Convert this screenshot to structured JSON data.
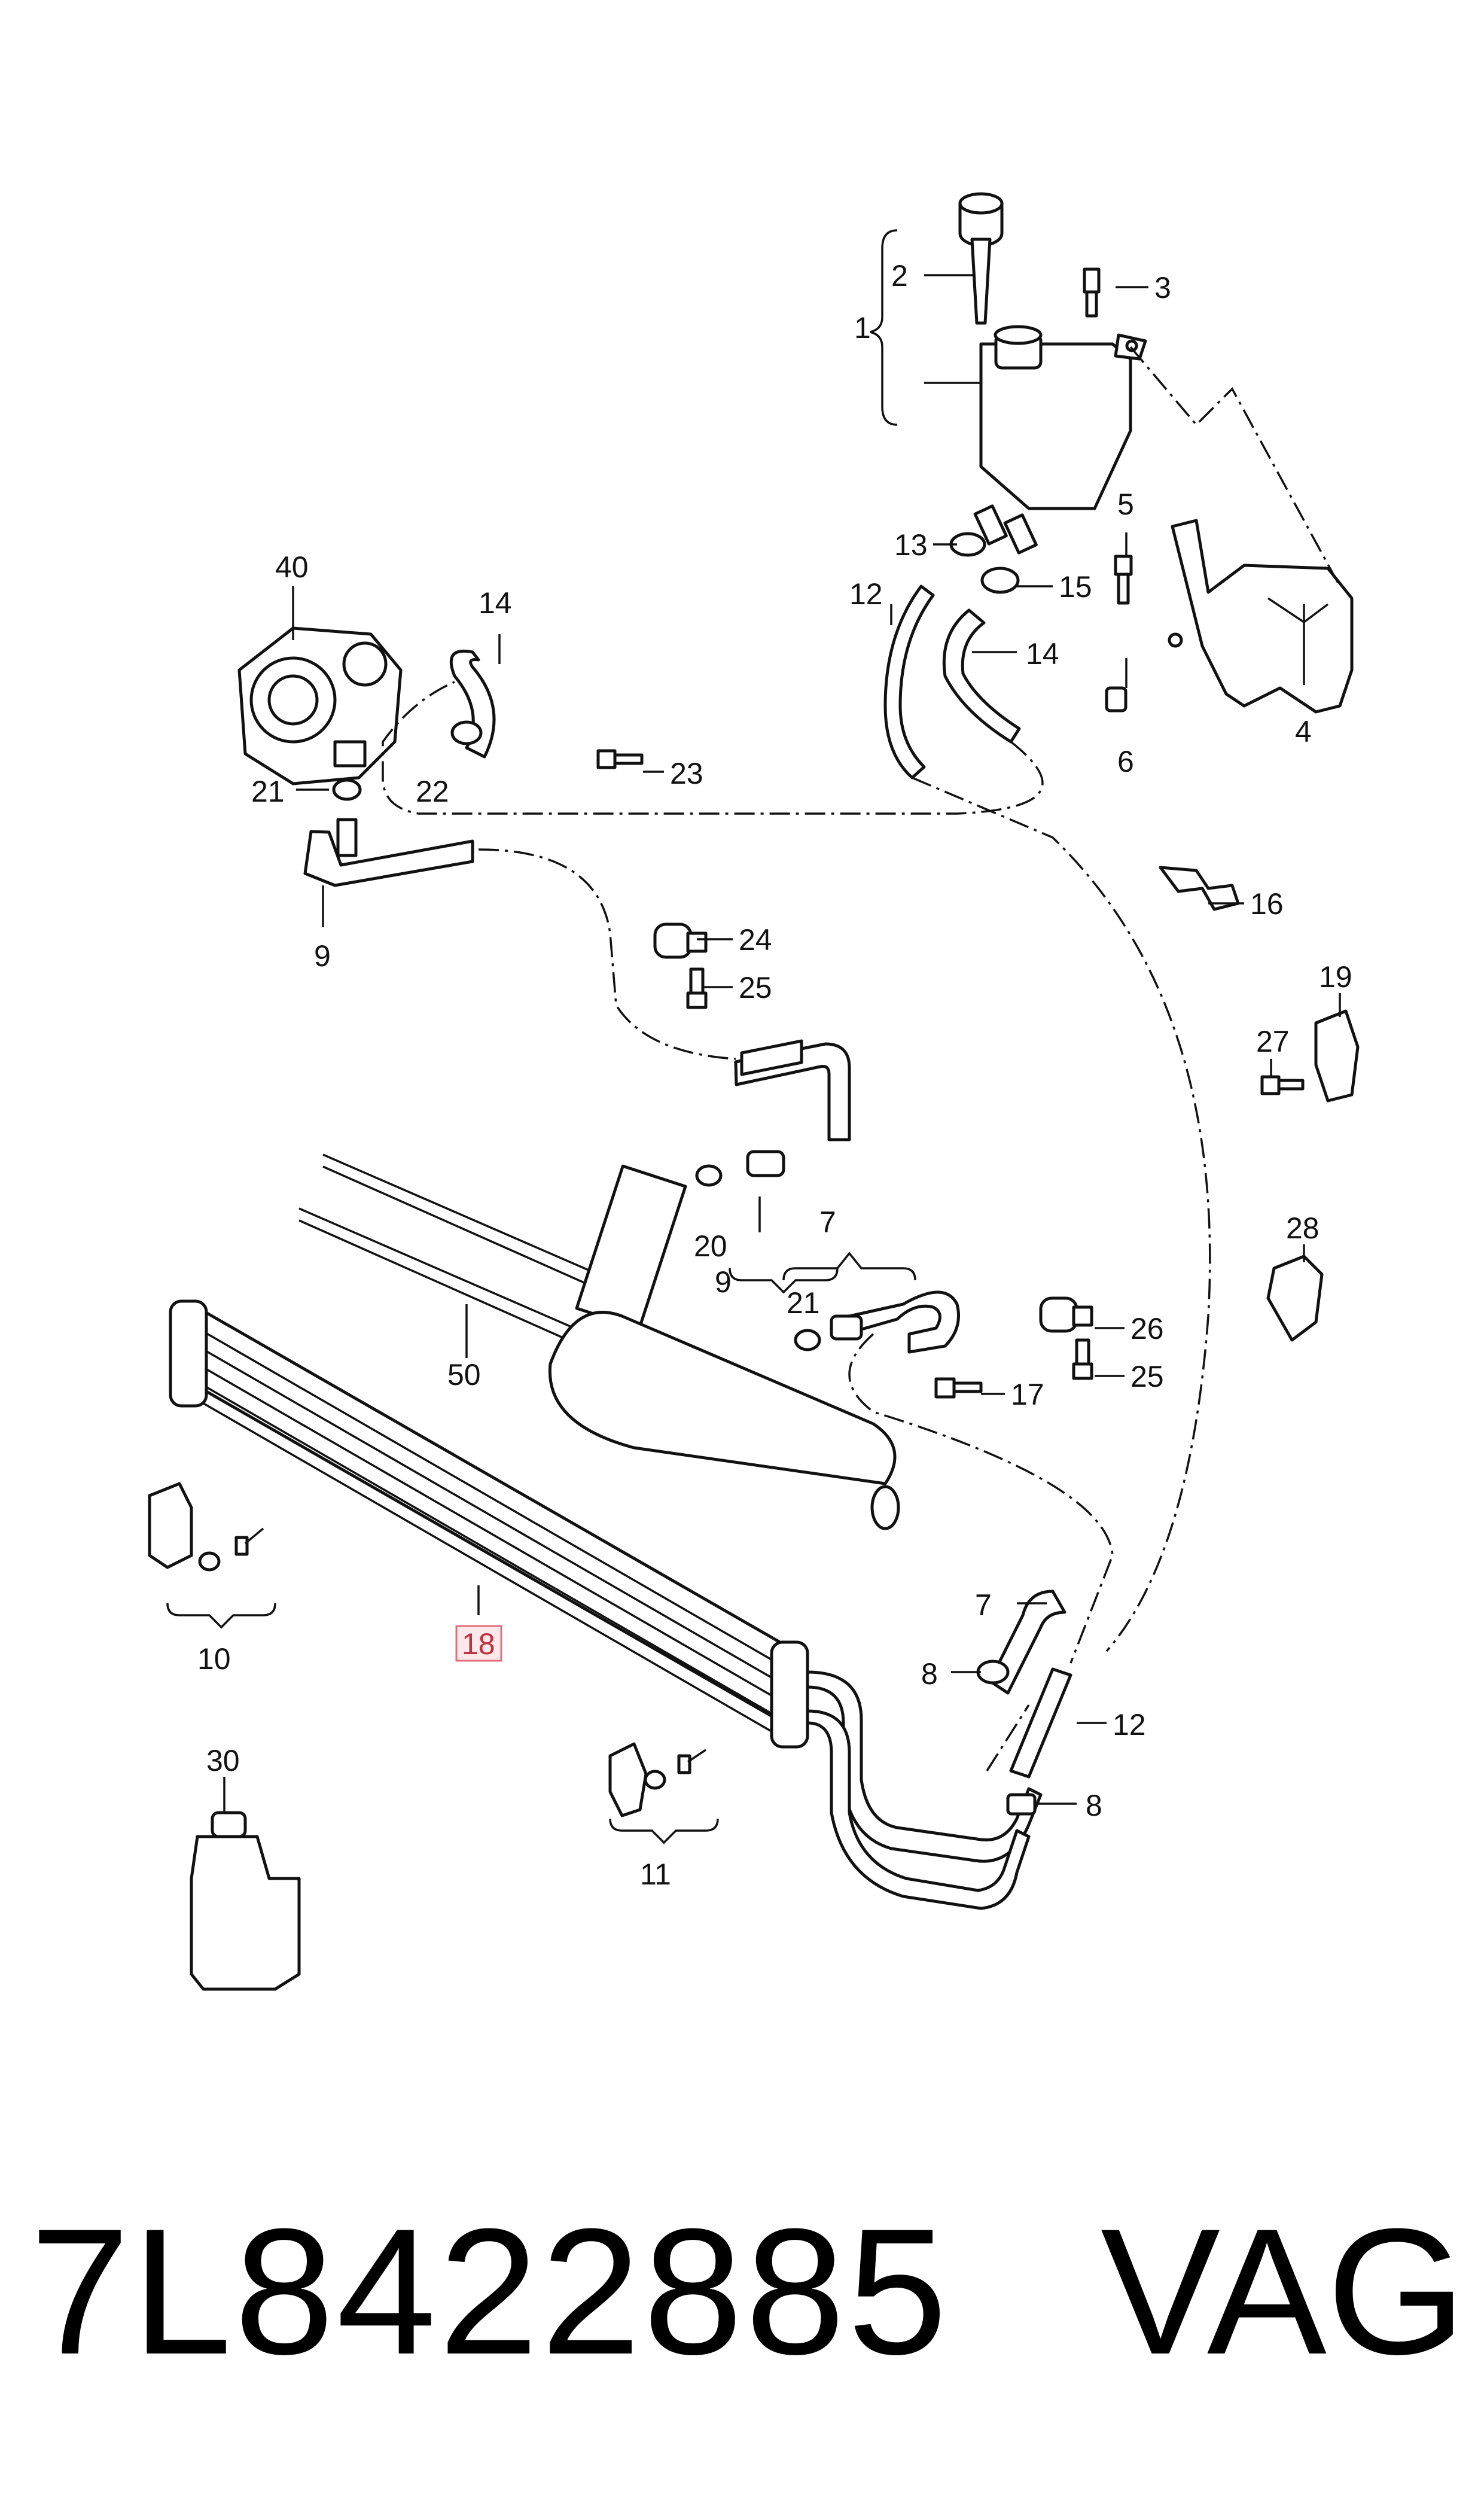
{
  "labels": {
    "l1": "1",
    "l2": "2",
    "l3": "3",
    "l4": "4",
    "l5": "5",
    "l6": "6",
    "l7a": "7",
    "l7b": "7",
    "l8a": "8",
    "l8b": "8",
    "l9a": "9",
    "l9b": "9",
    "l10": "10",
    "l11": "11",
    "l12a": "12",
    "l12b": "12",
    "l13": "13",
    "l14a": "14",
    "l14b": "14",
    "l15": "15",
    "l16": "16",
    "l17": "17",
    "l18": "18",
    "l19": "19",
    "l20": "20",
    "l21a": "21",
    "l21b": "21",
    "l22": "22",
    "l23": "23",
    "l24": "24",
    "l25a": "25",
    "l25b": "25",
    "l26": "26",
    "l27": "27",
    "l28": "28",
    "l30": "30",
    "l40": "40",
    "l50": "50"
  },
  "highlighted_label": "18",
  "footer": {
    "part_number": "7L8422885",
    "brand": "VAG"
  }
}
